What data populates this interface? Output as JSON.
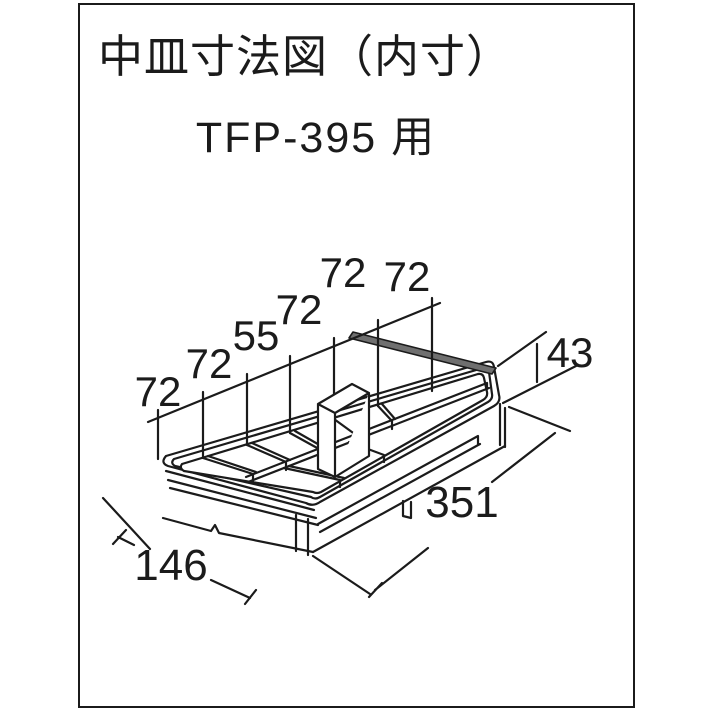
{
  "header": {
    "title": "中皿寸法図（内寸）",
    "subtitle": "TFP-395 用"
  },
  "diagram": {
    "description": "tray-dimension-line-drawing",
    "top_dims": [
      "72",
      "72",
      "55",
      "72",
      "72",
      "72"
    ],
    "height_dim": "43",
    "length_dim": "351",
    "width_dim": "146",
    "line_color": "#1b1b1b",
    "hatch_color": "#6f6f6f",
    "background_color": "#ffffff"
  }
}
